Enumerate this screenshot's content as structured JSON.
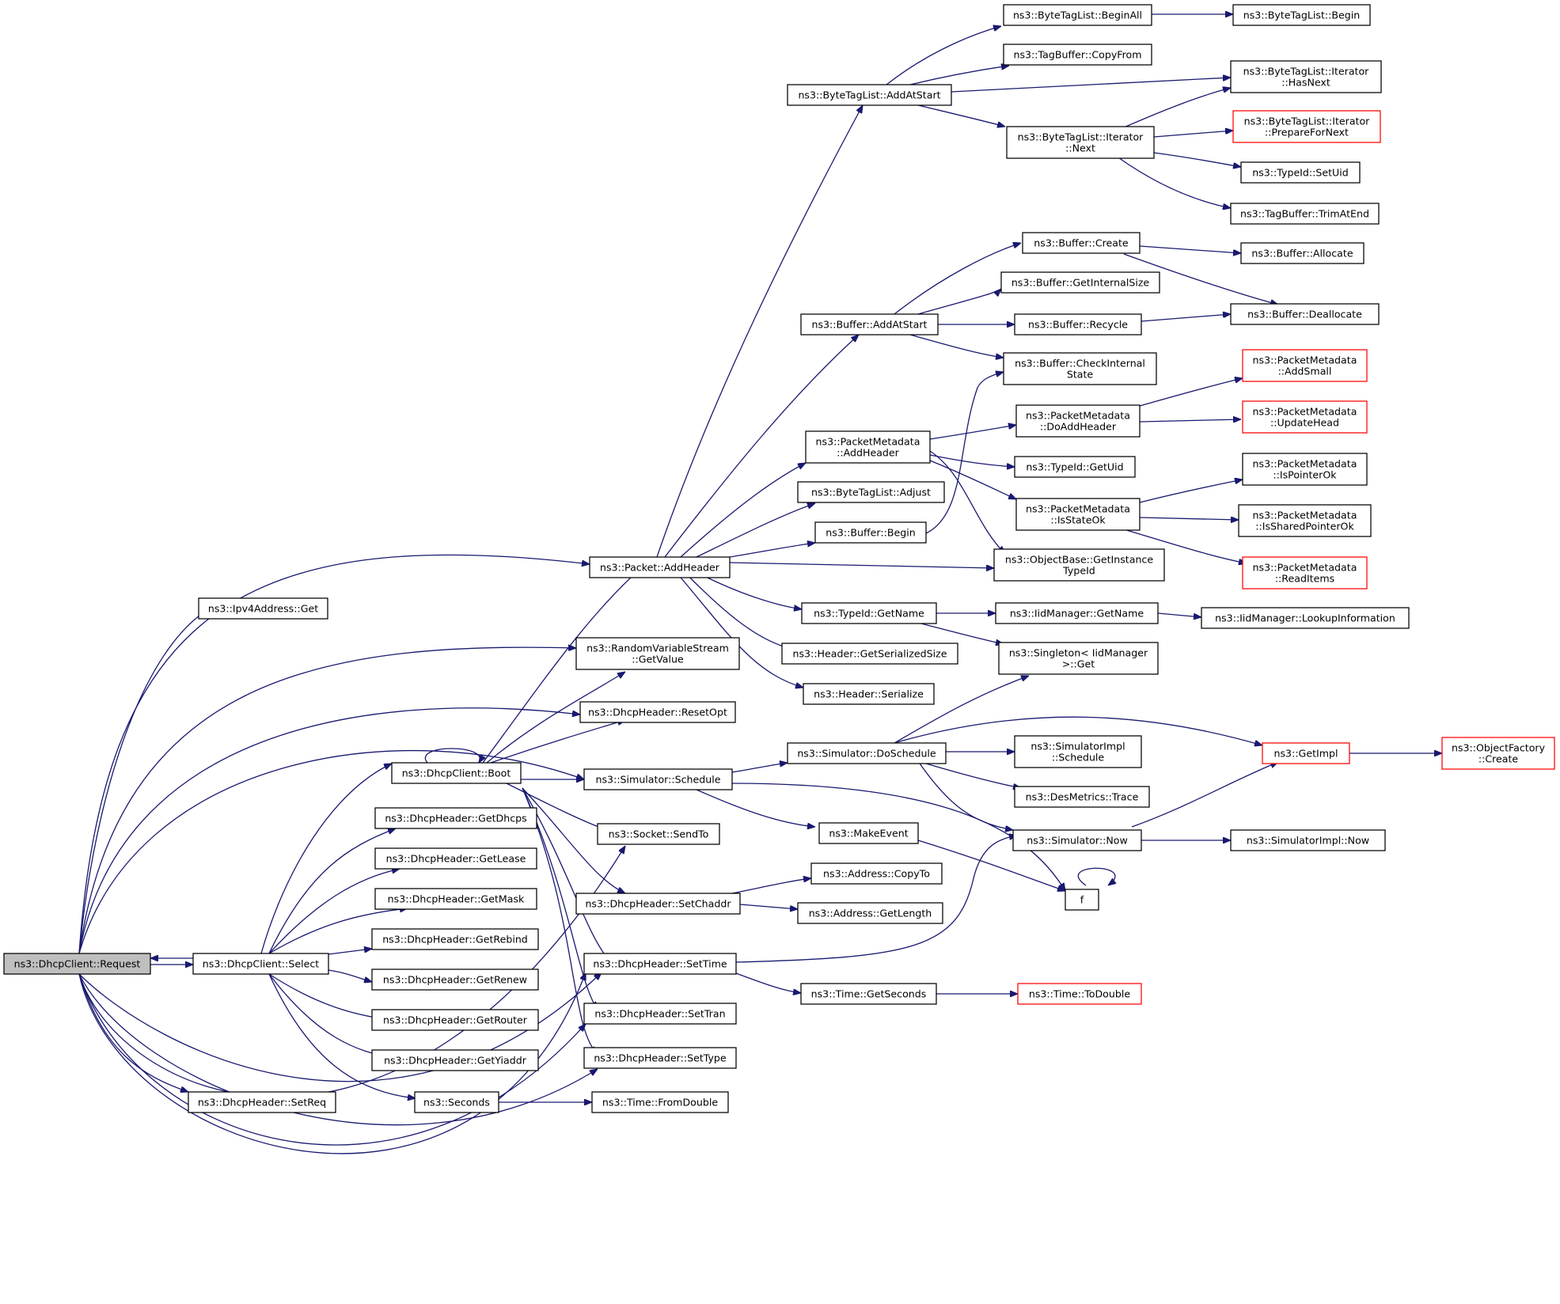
{
  "nodes": {
    "request": [
      "ns3::DhcpClient::Request"
    ],
    "select": [
      "ns3::DhcpClient::Select"
    ],
    "setreq": [
      "ns3::DhcpHeader::SetReq"
    ],
    "ipv4get": [
      "ns3::Ipv4Address::Get"
    ],
    "boot": [
      "ns3::DhcpClient::Boot"
    ],
    "getdhcps": [
      "ns3::DhcpHeader::GetDhcps"
    ],
    "getlease": [
      "ns3::DhcpHeader::GetLease"
    ],
    "getmask": [
      "ns3::DhcpHeader::GetMask"
    ],
    "getrebind": [
      "ns3::DhcpHeader::GetRebind"
    ],
    "getrenew": [
      "ns3::DhcpHeader::GetRenew"
    ],
    "getrouter": [
      "ns3::DhcpHeader::GetRouter"
    ],
    "getyiaddr": [
      "ns3::DhcpHeader::GetYiaddr"
    ],
    "seconds": [
      "ns3::Seconds"
    ],
    "addheader": [
      "ns3::Packet::AddHeader"
    ],
    "rvsgetvalue": [
      "ns3::RandomVariableStream",
      "::GetValue"
    ],
    "resetopt": [
      "ns3::DhcpHeader::ResetOpt"
    ],
    "schedule": [
      "ns3::Simulator::Schedule"
    ],
    "sendto": [
      "ns3::Socket::SendTo"
    ],
    "setchaddr": [
      "ns3::DhcpHeader::SetChaddr"
    ],
    "settime": [
      "ns3::DhcpHeader::SetTime"
    ],
    "settran": [
      "ns3::DhcpHeader::SetTran"
    ],
    "settype": [
      "ns3::DhcpHeader::SetType"
    ],
    "fromdouble": [
      "ns3::Time::FromDouble"
    ],
    "btladdatstart": [
      "ns3::ByteTagList::AddAtStart"
    ],
    "bufaddatstart": [
      "ns3::Buffer::AddAtStart"
    ],
    "pmaddheader": [
      "ns3::PacketMetadata",
      "::AddHeader"
    ],
    "btladjust": [
      "ns3::ByteTagList::Adjust"
    ],
    "bufbegin": [
      "ns3::Buffer::Begin"
    ],
    "typeidgetname": [
      "ns3::TypeId::GetName"
    ],
    "hdrgetsersize": [
      "ns3::Header::GetSerializedSize"
    ],
    "hdrserialize": [
      "ns3::Header::Serialize"
    ],
    "doschedule": [
      "ns3::Simulator::DoSchedule"
    ],
    "makeevent": [
      "ns3::MakeEvent"
    ],
    "addrcopyto": [
      "ns3::Address::CopyTo"
    ],
    "addrgetlength": [
      "ns3::Address::GetLength"
    ],
    "timegetseconds": [
      "ns3::Time::GetSeconds"
    ],
    "btlbeginall": [
      "ns3::ByteTagList::BeginAll"
    ],
    "tagbufcopyfrom": [
      "ns3::TagBuffer::CopyFrom"
    ],
    "btliternext": [
      "ns3::ByteTagList::Iterator",
      "::Next"
    ],
    "bufcreate": [
      "ns3::Buffer::Create"
    ],
    "bufgetinternalsize": [
      "ns3::Buffer::GetInternalSize"
    ],
    "bufrecycle": [
      "ns3::Buffer::Recycle"
    ],
    "bufcheckinternal": [
      "ns3::Buffer::CheckInternal",
      "State"
    ],
    "pmdoaddheader": [
      "ns3::PacketMetadata",
      "::DoAddHeader"
    ],
    "typeidgetuid": [
      "ns3::TypeId::GetUid"
    ],
    "pmisstateok": [
      "ns3::PacketMetadata",
      "::IsStateOk"
    ],
    "objgetinstance": [
      "ns3::ObjectBase::GetInstance",
      "TypeId"
    ],
    "iidgetname": [
      "ns3::IidManager::GetName"
    ],
    "singletonget": [
      "ns3::Singleton< IidManager",
      " >::Get"
    ],
    "simimplschedule": [
      "ns3::SimulatorImpl",
      "::Schedule"
    ],
    "desmetricstrace": [
      "ns3::DesMetrics::Trace"
    ],
    "simnow": [
      "ns3::Simulator::Now"
    ],
    "f": [
      "f"
    ],
    "timetodouble": [
      "ns3::Time::ToDouble"
    ],
    "btlbegin": [
      "ns3::ByteTagList::Begin"
    ],
    "btlhasnext": [
      "ns3::ByteTagList::Iterator",
      "::HasNext"
    ],
    "btlpreparefornext": [
      "ns3::ByteTagList::Iterator",
      "::PrepareForNext"
    ],
    "typeidsetuid": [
      "ns3::TypeId::SetUid"
    ],
    "tagbuftrimatend": [
      "ns3::TagBuffer::TrimAtEnd"
    ],
    "bufallocate": [
      "ns3::Buffer::Allocate"
    ],
    "bufdeallocate": [
      "ns3::Buffer::Deallocate"
    ],
    "pmaddsmall": [
      "ns3::PacketMetadata",
      "::AddSmall"
    ],
    "pmupdatehead": [
      "ns3::PacketMetadata",
      "::UpdateHead"
    ],
    "pmispointerok": [
      "ns3::PacketMetadata",
      "::IsPointerOk"
    ],
    "pmissharedpointerok": [
      "ns3::PacketMetadata",
      "::IsSharedPointerOk"
    ],
    "pmreaditems": [
      "ns3::PacketMetadata",
      "::ReadItems"
    ],
    "iidlookupinfo": [
      "ns3::IidManager::LookupInformation"
    ],
    "getimpl": [
      "ns3::GetImpl"
    ],
    "simimplnow": [
      "ns3::SimulatorImpl::Now"
    ],
    "objfactorycreate": [
      "ns3::ObjectFactory",
      "::Create"
    ]
  }
}
